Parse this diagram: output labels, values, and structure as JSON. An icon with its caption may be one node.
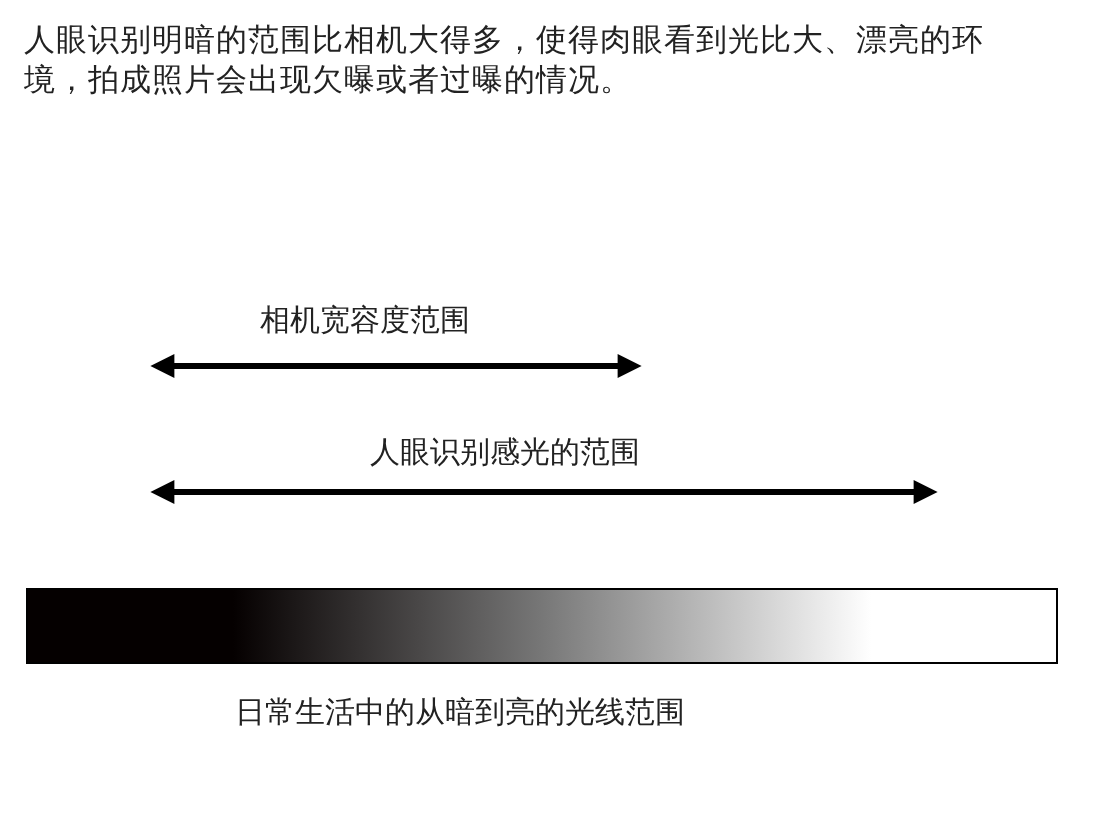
{
  "diagram": {
    "title": "人眼识别明暗的范围比相机大得多，使得肉眼看到光比大、漂亮的环境，拍成照片会出现欠曝或者过曝的情况。",
    "nodes": [
      {
        "text": [],
        "shape": "bar",
        "beside": [
          "日常生活中的从暗到亮的光线范围"
        ]
      }
    ],
    "labels": [
      "相机宽容度范围",
      "人眼识别感光的范围"
    ]
  }
}
